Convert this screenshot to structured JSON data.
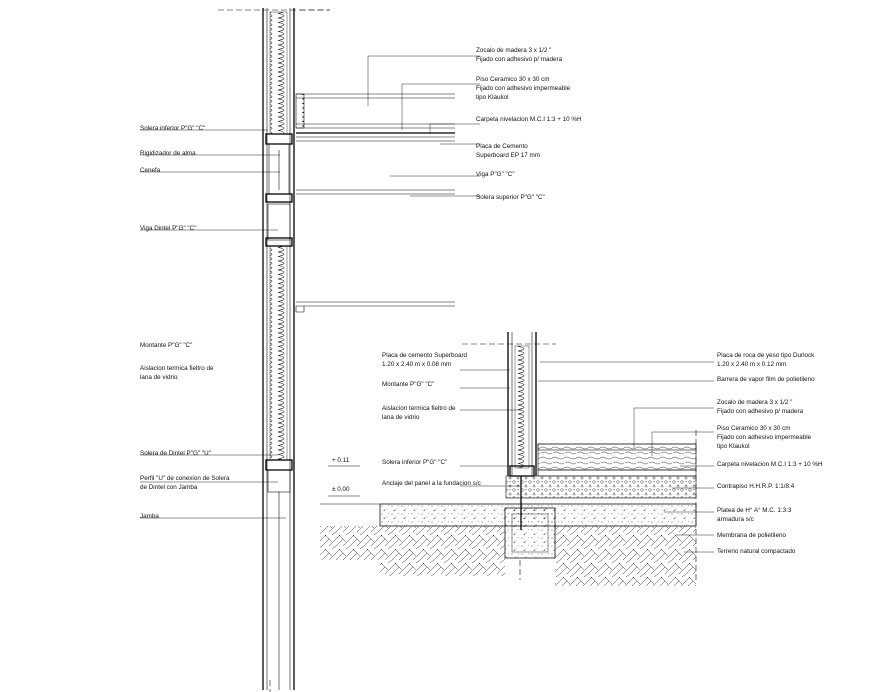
{
  "left_section": {
    "labels": {
      "zocalo_1": "Zocalo de madera 3 x 1/2 \"",
      "zocalo_2": "Fijado con adhesivo p/ madera",
      "piso_1": "Piso Ceramico 30 x 30 cm",
      "piso_2": "Fijado con adhesivo impermeable",
      "piso_3": "tipo Klaukol",
      "carpeta": "Carpeta nivelacion M.C.I 1:3 + 10 %H",
      "placa_1": "Placa de Cemento",
      "placa_2": "Superboard EP 17 mm",
      "viga": "Viga P\"G\" \"C\"",
      "solera_sup": "Solera superior P\"G\" \"C\"",
      "solera_inf": "Solera inferior P\"G\" \"C\"",
      "rigidizador": "Rigidizador de alma",
      "cenefa": "Cenefa",
      "viga_dintel": "Viga Dintel P\"G\" \"C\"",
      "montante": "Montante P\"G\" \"C\"",
      "aislacion_1": "Aislacion termica fieltro de",
      "aislacion_2": "lana de vidrio",
      "solera_dintel": "Solera de Dintel P\"G\" \"U\"",
      "perfil_1": "Perfil \"U\" de conexion de Solera",
      "perfil_2": "de Dintel con Jamba",
      "jamba": "Jamba"
    }
  },
  "right_section": {
    "labels": {
      "placa_sb_1": "Placa de cemento Superboard",
      "placa_sb_2": "1.20 x 2.40 m x 0.08 mm",
      "montante": "Montante P\"G\" \"C\"",
      "aislacion_1": "Aislacion termica fieltro de",
      "aislacion_2": "lana de vidrio",
      "solera_inf": "Solera inferior P\"G\" \"C\"",
      "anclaje": "Anclaje del panel a la fundacion s/c",
      "placa_roca_1": "Placa de roca de yeso tipo Durlock",
      "placa_roca_2": "1.20 x 2.40 m x 0.12 mm",
      "barrera": "Barrera de vapor film de polietileno",
      "zocalo_1": "Zocalo de madera 3 x 1/2 \"",
      "zocalo_2": "Fijado con adhesivo p/ madera",
      "piso_1": "Piso Ceramico 30 x 30 cm",
      "piso_2": "Fijado con adhesivo impermeable",
      "piso_3": "tipo Klaukol",
      "carpeta": "Carpeta nivelacion M.C.I 1:3 + 10 %H",
      "contrapiso": "Contrapiso H.H.R.P. 1:1/8:4",
      "platea_1": "Platea de H° A° M.C. 1:3:3",
      "platea_2": "armadura s/c",
      "membrana": "Membrana de polietileno",
      "terreno": "Terreno natural compactado"
    },
    "levels": {
      "high": "+ 0.11",
      "zero": "± 0.00"
    }
  }
}
